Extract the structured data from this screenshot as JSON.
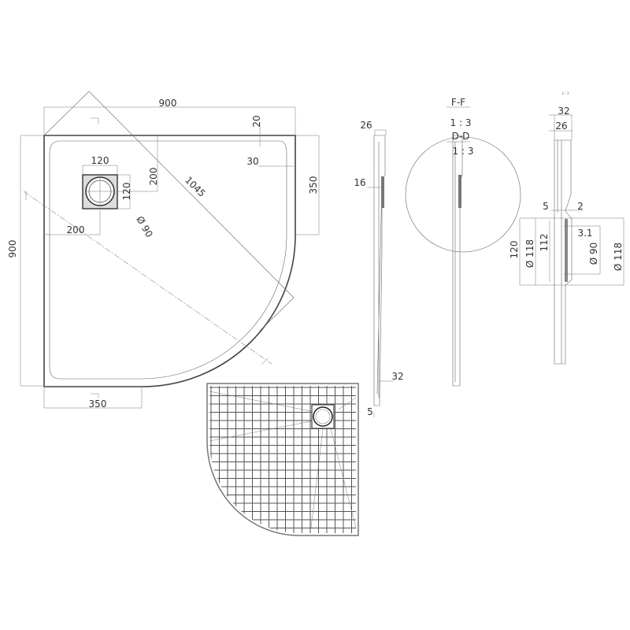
{
  "plan_view": {
    "dims": {
      "width": "900",
      "height": "900",
      "diagonal": "1045",
      "drain_width": "120",
      "drain_height": "120",
      "drain_offset_x": "200",
      "drain_offset_y": "200",
      "drain_diameter": "Ø 90",
      "rim_top": "20",
      "rim_radius": "30",
      "straight_right": "350",
      "straight_bottom": "350"
    }
  },
  "section_1": {
    "dims": {
      "thickness_top": "26",
      "drain_depth": "16",
      "edge": "32",
      "foot": "5"
    }
  },
  "section_2": {
    "titles": {
      "ff": "F-F",
      "ff_scale": "1 : 3",
      "dd": "D-D",
      "dd_scale": "1 : 3"
    }
  },
  "section_3": {
    "scale_note": "2 : 3",
    "dims": {
      "total": "32",
      "inner": "26",
      "a": "5",
      "b": "2",
      "h120": "120",
      "d118_left": "Ø 118",
      "h112": "112",
      "d3_1": "3.1",
      "d90": "Ø 90",
      "d118_right": "Ø 118"
    }
  }
}
